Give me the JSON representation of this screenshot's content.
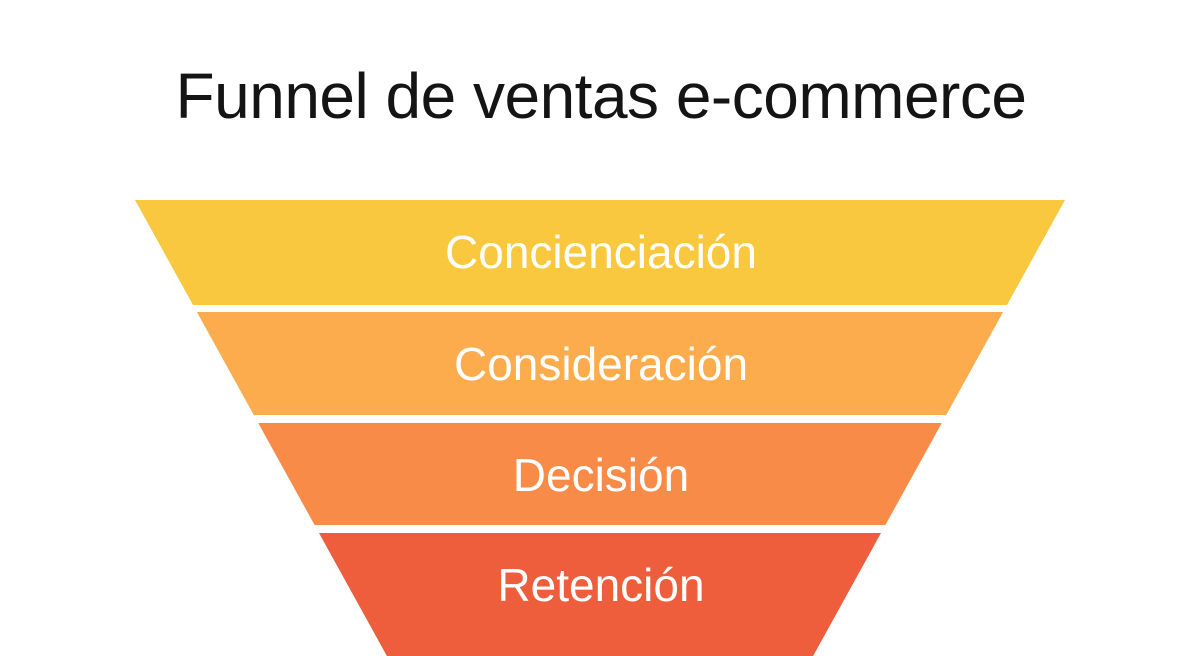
{
  "title": "Funnel de ventas e-commerce",
  "title_color": "#141414",
  "card_background": "#ffffff",
  "funnel": {
    "type": "funnel",
    "label_color": "#ffffff",
    "stages": [
      {
        "label": "Concienciación",
        "color": "#F9C83F"
      },
      {
        "label": "Consideración",
        "color": "#FCAB4D"
      },
      {
        "label": "Decisión",
        "color": "#F98B49"
      },
      {
        "label": "Retención",
        "color": "#EE5E3D"
      }
    ]
  }
}
